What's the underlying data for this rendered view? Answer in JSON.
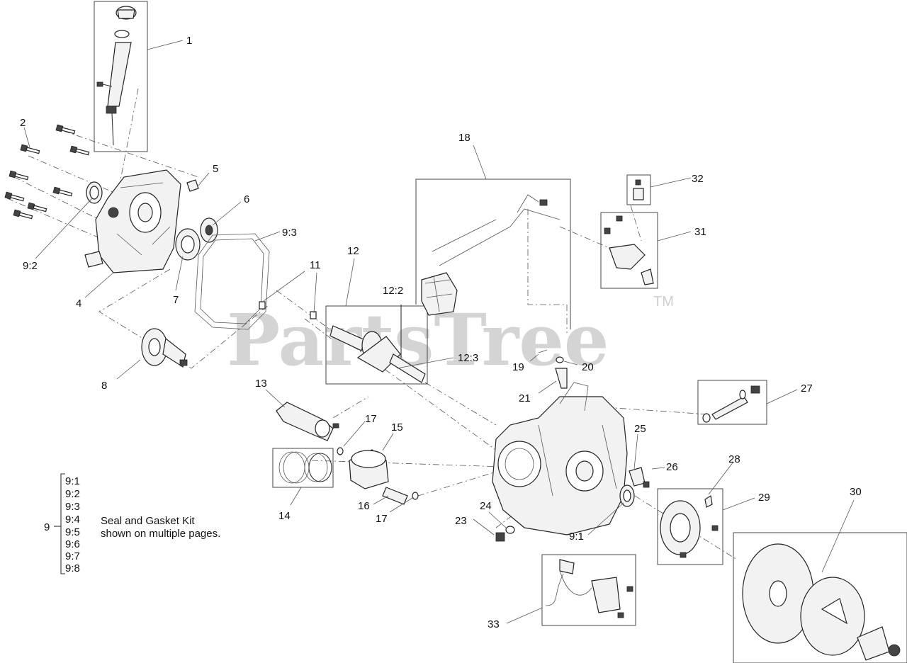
{
  "watermark": {
    "brand": "PartsTree",
    "trademark": "TM"
  },
  "callouts": [
    "1",
    "2",
    "4",
    "5",
    "6",
    "7",
    "8",
    "9:2",
    "9:3",
    "11",
    "12",
    "12:2",
    "12:3",
    "13",
    "14",
    "15",
    "16",
    "17",
    "18",
    "19",
    "20",
    "21",
    "23",
    "24",
    "25",
    "26",
    "27",
    "28",
    "29",
    "30",
    "31",
    "32",
    "33",
    "9:1"
  ],
  "kit_legend": {
    "group": "9",
    "items": [
      "9:1",
      "9:2",
      "9:3",
      "9:4",
      "9:5",
      "9:6",
      "9:7",
      "9:8"
    ],
    "note_line1": "Seal and Gasket Kit",
    "note_line2": "shown on multiple pages."
  }
}
